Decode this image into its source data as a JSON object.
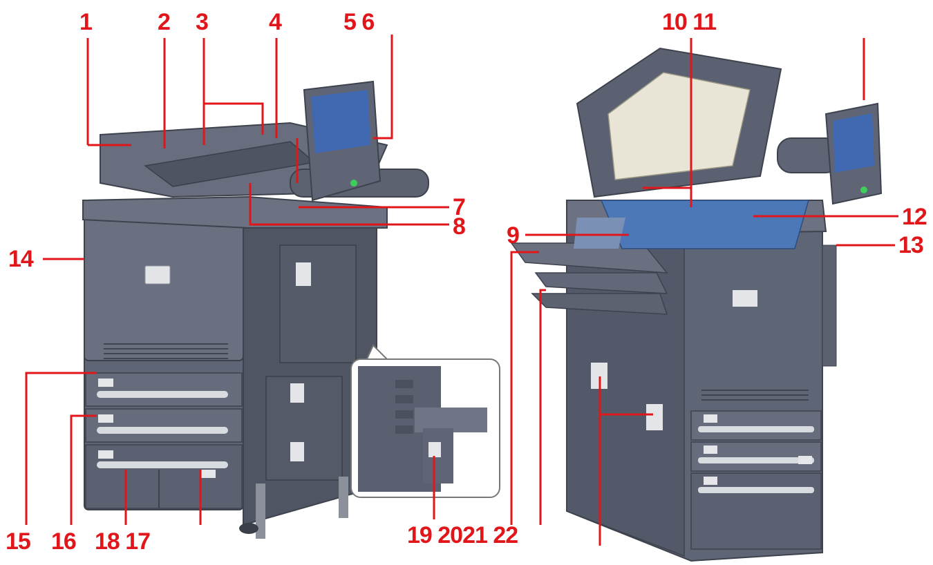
{
  "colors": {
    "callout": "#e1161b",
    "body": "#5e6575",
    "body_dark": "#454b58",
    "body_light": "#7b8292",
    "glass": "#4c78b8",
    "screen": "#3f68b0",
    "tray": "#c8ccd4",
    "led": "#3ecf5a"
  },
  "callouts": {
    "c1": "1",
    "c2": "2",
    "c3": "3",
    "c4": "4",
    "c5": "5 6",
    "c7": "7",
    "c8": "8",
    "c9": "9",
    "c10": "10 11",
    "c12": "12",
    "c13": "13",
    "c14": "14",
    "c15": "15",
    "c16": "16",
    "c1817": "18 17",
    "c19": "19 2021 22"
  }
}
